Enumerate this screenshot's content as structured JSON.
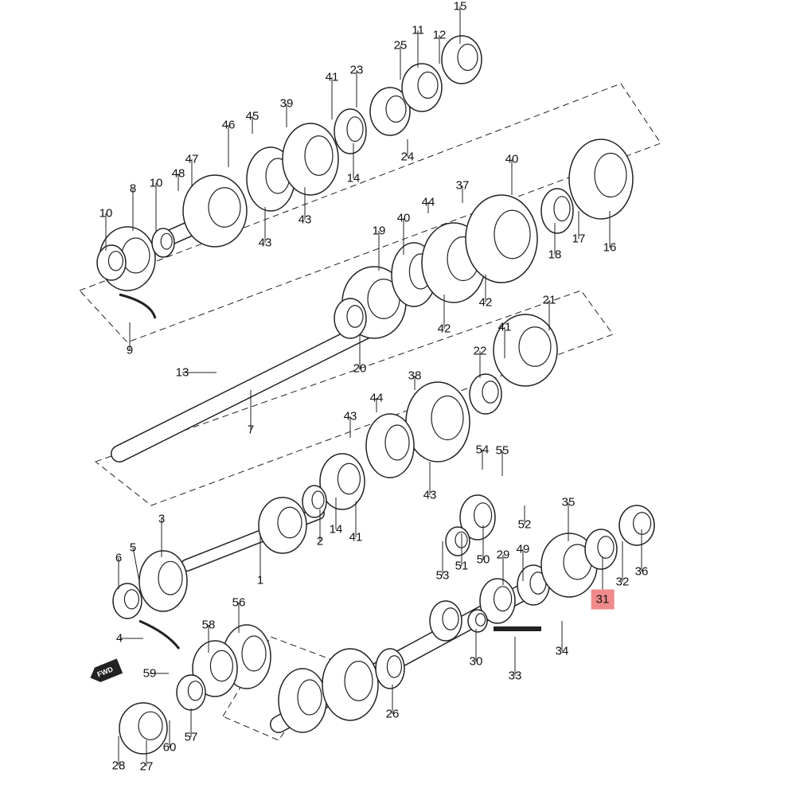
{
  "diagram": {
    "title": "Transmission gear shaft exploded parts diagram",
    "fwd_label": "FWD",
    "highlight_color": "#f08a8a",
    "highlighted_part": "31",
    "callouts": [
      "15",
      "11",
      "12",
      "25",
      "23",
      "41",
      "39",
      "45",
      "46",
      "47",
      "48",
      "10",
      "8",
      "10",
      "14",
      "24",
      "43",
      "43",
      "40",
      "44",
      "37",
      "40",
      "19",
      "9",
      "17",
      "18",
      "16",
      "42",
      "42",
      "20",
      "21",
      "41",
      "13",
      "22",
      "38",
      "44",
      "43",
      "7",
      "54",
      "55",
      "3",
      "5",
      "6",
      "2",
      "14",
      "41",
      "43",
      "52",
      "35",
      "53",
      "51",
      "50",
      "29",
      "49",
      "1",
      "31",
      "32",
      "36",
      "4",
      "56",
      "58",
      "30",
      "33",
      "34",
      "59",
      "57",
      "60",
      "26",
      "28",
      "27"
    ]
  }
}
